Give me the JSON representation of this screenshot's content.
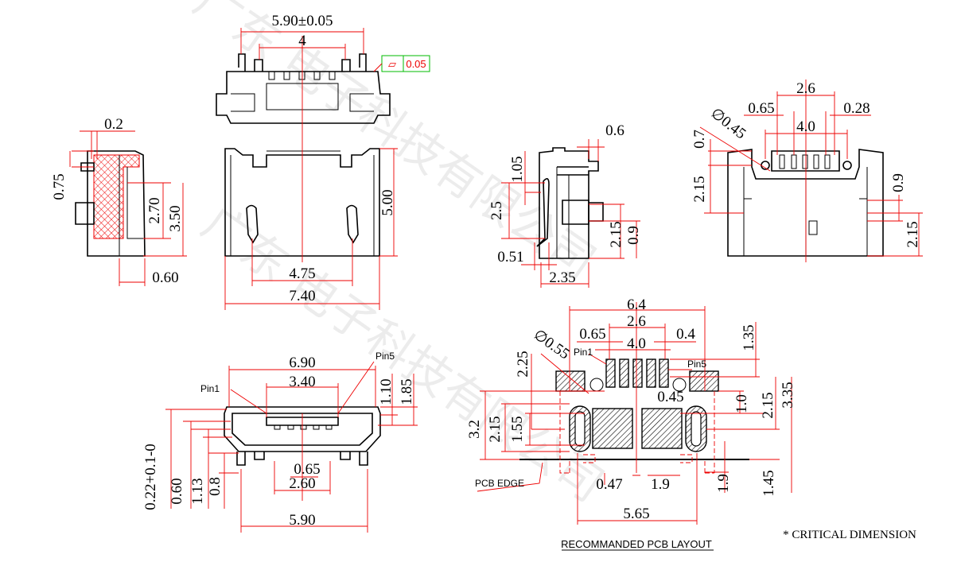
{
  "watermark": "广东 电子科技有限公司",
  "colors": {
    "dimension_lines": "#e00000",
    "outline": "#000000",
    "tolerance_frame": "#00b000"
  },
  "top_view": {
    "overall_width": "5.90±0.05",
    "pitch_span": "4",
    "flatness_symbol": "▱",
    "flatness_value": "0.05"
  },
  "plan_view": {
    "length": "5.00",
    "inner_width": "4.75",
    "overall_width": "7.40"
  },
  "left_side_view": {
    "d1": "0.2",
    "d2": "0.75",
    "d3": "2.70",
    "d4": "3.50",
    "d5": "0.60"
  },
  "right_side_view": {
    "d1": "0.6",
    "d2": "1.05",
    "d3": "2.5",
    "d4": "2.15",
    "d5": "0.9",
    "d6": "0.51",
    "d7": "2.35"
  },
  "rear_view": {
    "d1": "2.6",
    "d2": "0.65",
    "d3": "0.28",
    "d4": "4.0",
    "d5": "∅0.45",
    "d6": "0.7",
    "d7": "2.15",
    "d8": "0.9",
    "d9": "2.15"
  },
  "front_view": {
    "d1": "6.90",
    "d2": "3.40",
    "pin1": "Pin1",
    "pin5": "Pin5",
    "d3": "1.10",
    "d4": "1.85",
    "d5": "0.22+0.1-0",
    "d6": "0.60",
    "d7": "1.13",
    "d8": "0.8",
    "d9": "0.65",
    "d10": "2.60",
    "d11": "5.90"
  },
  "pcb_layout": {
    "title": "RECOMMANDED PCB LAYOUT",
    "d1": "6.4",
    "d2": "2.6",
    "d3": "0.65",
    "d4": "4.0",
    "d5": "0.4",
    "pin1": "Pin1",
    "pin5": "Pin5",
    "d6": "∅0.55",
    "d7": "2.25",
    "d8": "1.35",
    "d9": "0.45",
    "d10": "1.0",
    "d11": "2.15",
    "d12": "3.35",
    "d13": "3.2",
    "d14": "2.15",
    "d15": "1.55",
    "pcb_edge": "PCB EDGE",
    "d16": "0.47",
    "d17": "1.9",
    "d18": "1.9",
    "d19": "1.45",
    "d20": "5.65"
  },
  "note": "* CRITICAL  DIMENSION"
}
